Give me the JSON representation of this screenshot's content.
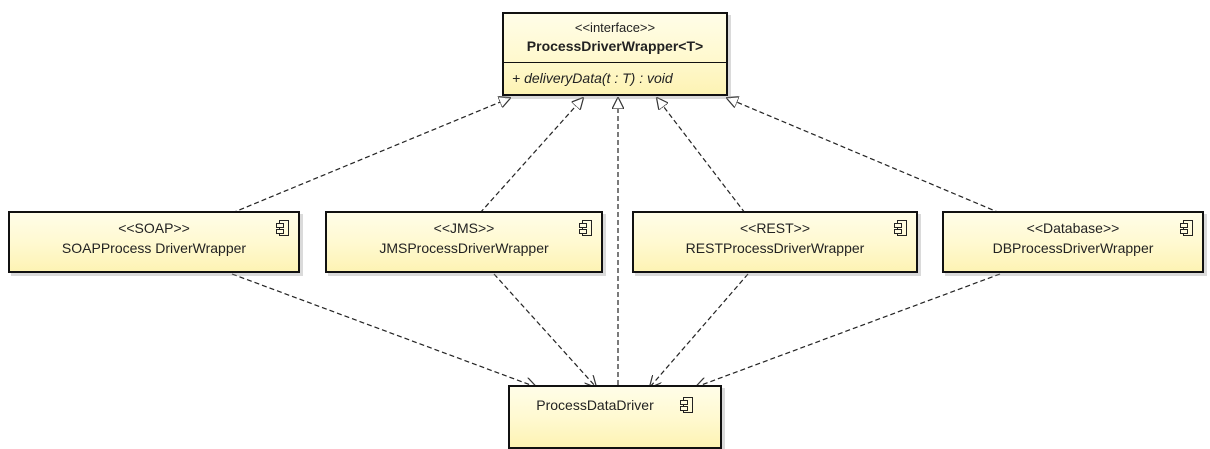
{
  "interface": {
    "stereotype": "<<interface>>",
    "name": "ProcessDriverWrapper<T>",
    "operation": "+ deliveryData(t : T) : void"
  },
  "components": [
    {
      "stereotype": "<<SOAP>>",
      "name": "SOAPProcess DriverWrapper",
      "icon": "component-icon"
    },
    {
      "stereotype": "<<JMS>>",
      "name": "JMSProcessDriverWrapper",
      "icon": "component-icon"
    },
    {
      "stereotype": "<<REST>>",
      "name": "RESTProcessDriverWrapper",
      "icon": "component-icon"
    },
    {
      "stereotype": "<<Database>>",
      "name": "DBProcessDriverWrapper",
      "icon": "component-icon"
    }
  ],
  "target": {
    "name": "ProcessDataDriver",
    "icon": "component-icon"
  },
  "relationships": [
    {
      "from": "SOAPProcess DriverWrapper",
      "to": "ProcessDriverWrapper<T>",
      "kind": "realization"
    },
    {
      "from": "JMSProcessDriverWrapper",
      "to": "ProcessDriverWrapper<T>",
      "kind": "realization"
    },
    {
      "from": "ProcessDataDriver",
      "to": "ProcessDriverWrapper<T>",
      "kind": "realization"
    },
    {
      "from": "RESTProcessDriverWrapper",
      "to": "ProcessDriverWrapper<T>",
      "kind": "realization"
    },
    {
      "from": "DBProcessDriverWrapper",
      "to": "ProcessDriverWrapper<T>",
      "kind": "realization"
    },
    {
      "from": "SOAPProcess DriverWrapper",
      "to": "ProcessDataDriver",
      "kind": "dependency"
    },
    {
      "from": "JMSProcessDriverWrapper",
      "to": "ProcessDataDriver",
      "kind": "dependency"
    },
    {
      "from": "RESTProcessDriverWrapper",
      "to": "ProcessDataDriver",
      "kind": "dependency"
    },
    {
      "from": "DBProcessDriverWrapper",
      "to": "ProcessDataDriver",
      "kind": "dependency"
    }
  ],
  "colors": {
    "box_fill": "#fff9cf",
    "border": "#111111",
    "line": "#222222"
  }
}
